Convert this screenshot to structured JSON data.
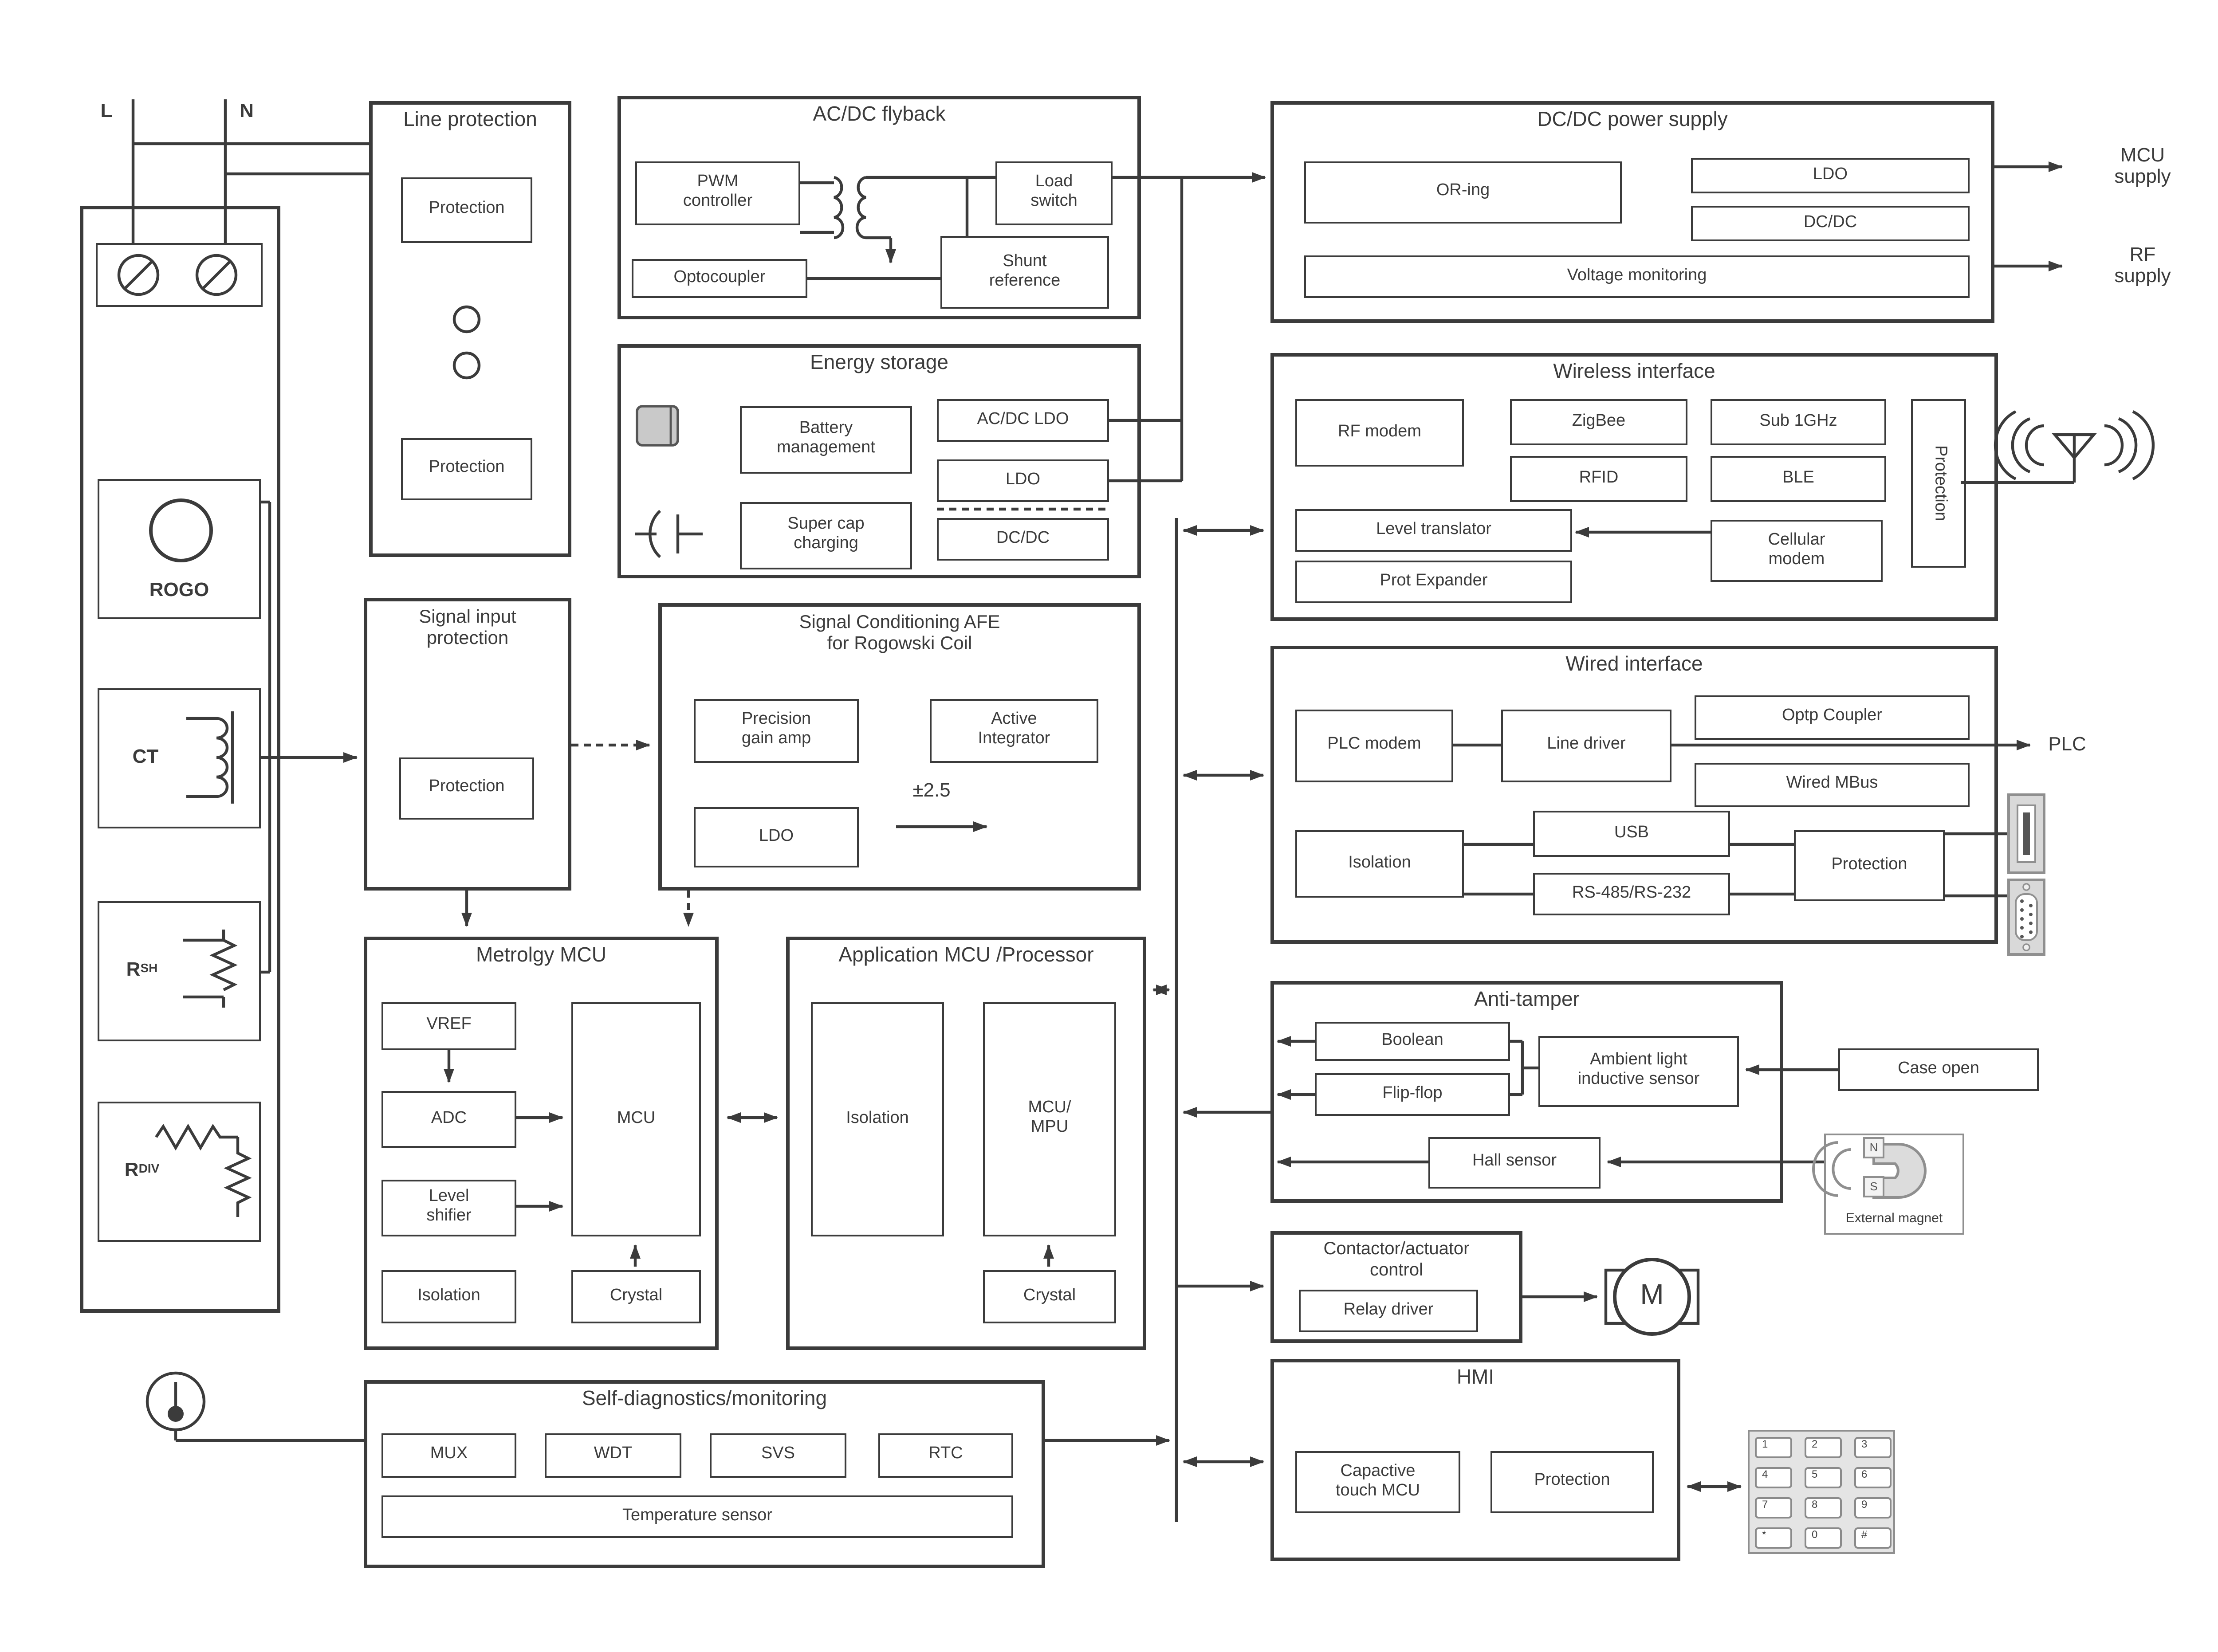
{
  "colors": {
    "line": "#3b3b3b",
    "icon_gray": "#8f8f8f",
    "panel_gray": "#e4e4e4",
    "battery_gray": "#c9c9c9"
  },
  "top": {
    "l": "L",
    "n": "N"
  },
  "meter": {
    "rogo": "ROGO",
    "ct": "CT",
    "rsh_base": "R",
    "rsh_sup": "SH",
    "rdiv_base": "R",
    "rdiv_sup": "DIV"
  },
  "line_protection": {
    "title": "Line protection",
    "prot1": "Protection",
    "prot2": "Protection"
  },
  "flyback": {
    "title": "AC/DC flyback",
    "pwm": "PWM\ncontroller",
    "load_switch": "Load\nswitch",
    "optocoupler": "Optocoupler",
    "shunt": "Shunt\nreference"
  },
  "storage": {
    "title": "Energy storage",
    "battery_mgmt": "Battery\nmanagement",
    "supercap": "Super cap\ncharging",
    "acdc_ldo": "AC/DC LDO",
    "ldo": "LDO",
    "dcdc": "DC/DC"
  },
  "supply": {
    "title": "DC/DC power supply",
    "oring": "OR-ing",
    "ldo": "LDO",
    "dcdc": "DC/DC",
    "vmon": "Voltage monitoring",
    "mcu_supply": "MCU\nsupply",
    "rf_supply": "RF\nsupply"
  },
  "wireless": {
    "title": "Wireless interface",
    "rf_modem": "RF modem",
    "zigbee": "ZigBee",
    "sub1ghz": "Sub 1GHz",
    "rfid": "RFID",
    "ble": "BLE",
    "protection": "Protection",
    "level_translator": "Level translator",
    "prot_expander": "Prot Expander",
    "cellular": "Cellular\nmodem"
  },
  "wired": {
    "title": "Wired interface",
    "plc_modem": "PLC modem",
    "line_driver": "Line driver",
    "optp_coupler": "Optp Coupler",
    "wired_mbus": "Wired MBus",
    "isolation": "Isolation",
    "usb": "USB",
    "rs": "RS-485/RS-232",
    "protection": "Protection",
    "plc": "PLC"
  },
  "sip": {
    "title": "Signal input\nprotection",
    "protection": "Protection"
  },
  "afe": {
    "title": "Signal Conditioning AFE\nfor Rogowski Coil",
    "precision": "Precision\ngain amp",
    "active": "Active\nIntegrator",
    "ldo": "LDO",
    "pm": "±2.5"
  },
  "metrology": {
    "title": "Metrolgy MCU",
    "vref": "VREF",
    "adc": "ADC",
    "level_shifter": "Level\nshifier",
    "isolation": "Isolation",
    "mcu": "MCU",
    "crystal": "Crystal"
  },
  "application": {
    "title": "Application MCU /Processor",
    "isolation": "Isolation",
    "mcu_mpu": "MCU/\nMPU",
    "crystal": "Crystal"
  },
  "tamper": {
    "title": "Anti-tamper",
    "boolean": "Boolean",
    "flipflop": "Flip-flop",
    "ambient": "Ambient light\ninductive sensor",
    "hall": "Hall sensor",
    "case_open": "Case open",
    "external_magnet": "External magnet",
    "magnet_n": "N",
    "magnet_s": "S"
  },
  "contactor": {
    "title": "Contactor/actuator\ncontrol",
    "relay": "Relay driver",
    "motor": "M"
  },
  "selfdiag": {
    "title": "Self-diagnostics/monitoring",
    "mux": "MUX",
    "wdt": "WDT",
    "svs": "SVS",
    "rtc": "RTC",
    "temp": "Temperature sensor"
  },
  "hmi": {
    "title": "HMI",
    "cap_touch": "Capactive\ntouch MCU",
    "protection": "Protection"
  },
  "keypad": {
    "keys": [
      "1",
      "2",
      "3",
      "4",
      "5",
      "6",
      "7",
      "8",
      "9",
      "*",
      "0",
      "#"
    ]
  }
}
